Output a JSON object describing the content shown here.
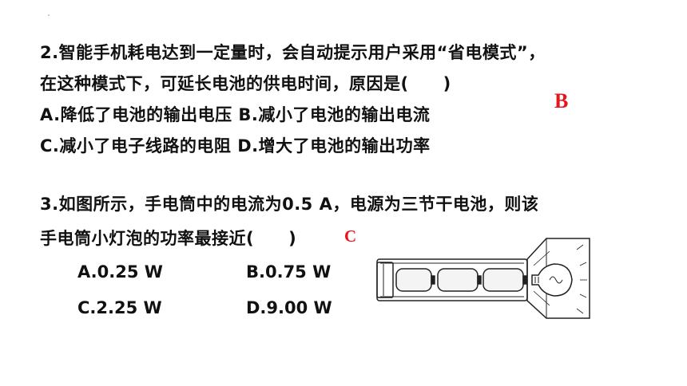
{
  "q2": {
    "line1": "2.智能手机耗电达到一定量时，会自动提示用户采用“省电模式”，",
    "line2": "在这种模式下，可延长电池的供电时间，原因是(　　)",
    "line3": "A.降低了电池的输出电压  B.减小了电池的输出电流",
    "line4": "C.减小了电子线路的电阻  D.增大了电池的输出功率",
    "answer": "B"
  },
  "q3": {
    "line1": "3.如图所示，手电筒中的电流为0.5 A，电源为三节干电池，则该",
    "line2": "手电筒小灯泡的功率最接近(　　)",
    "answer": "C",
    "options": {
      "a": "A.0.25 W",
      "b": "B.0.75 W",
      "c": "C.2.25 W",
      "d": "D.9.00 W"
    }
  },
  "colors": {
    "answer": "#e8141c",
    "text": "#111111"
  },
  "figure": {
    "icon": "flashlight-icon"
  }
}
